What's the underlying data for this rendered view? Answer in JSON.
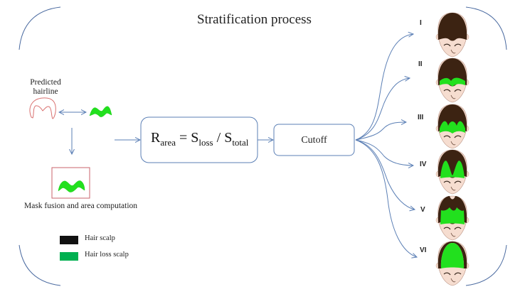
{
  "title": "Stratification process",
  "predicted_hairline_label": "Predicted hairline",
  "mask_caption": "Mask fusion and area computation",
  "formula": {
    "lhs": "R",
    "lhs_sub": "area",
    "eq": " = ",
    "num": "S",
    "num_sub": "loss",
    "sep": " / ",
    "den": "S",
    "den_sub": "total"
  },
  "cutoff_label": "Cutoff",
  "legend": [
    {
      "label": "Hair scalp",
      "color": "#111111"
    },
    {
      "label": "Hair loss scalp",
      "color": "#00b050"
    }
  ],
  "stages": [
    {
      "label": "I",
      "loss": "none"
    },
    {
      "label": "II",
      "loss": "frontal-band"
    },
    {
      "label": "III",
      "loss": "frontal-wave"
    },
    {
      "label": "IV",
      "loss": "temporal-recession"
    },
    {
      "label": "V",
      "loss": "frontal-and-vertex"
    },
    {
      "label": "VI",
      "loss": "full-top"
    }
  ],
  "colors": {
    "arrow": "#5b7fb5",
    "hairline_outline": "#d9706f",
    "mask_green": "#22e01e",
    "hair": "#3c2312",
    "skin": "#f6ddd0",
    "frame_border": "#4a6aa0",
    "mask_box_border": "#c9636b"
  }
}
